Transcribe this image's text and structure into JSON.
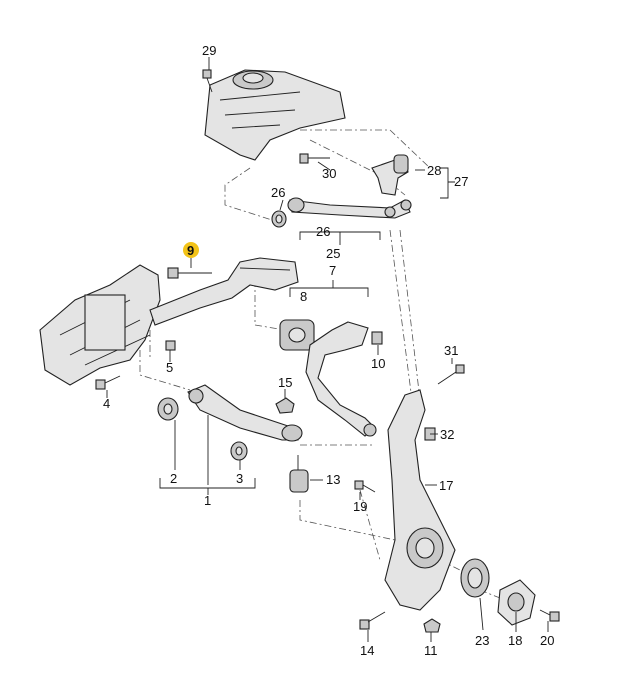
{
  "diagram": {
    "highlight_color": "#f3c318",
    "callouts": {
      "c1": "1",
      "c2": "2",
      "c3": "3",
      "c4": "4",
      "c5": "5",
      "c7": "7",
      "c8": "8",
      "c9": "9",
      "c10": "10",
      "c11": "11",
      "c13": "13",
      "c14": "14",
      "c15": "15",
      "c17": "17",
      "c18": "18",
      "c19": "19",
      "c20": "20",
      "c23": "23",
      "c25": "25",
      "c26a": "26",
      "c26b": "26",
      "c27": "27",
      "c28": "28",
      "c29": "29",
      "c30": "30",
      "c31": "31",
      "c32": "32"
    }
  }
}
